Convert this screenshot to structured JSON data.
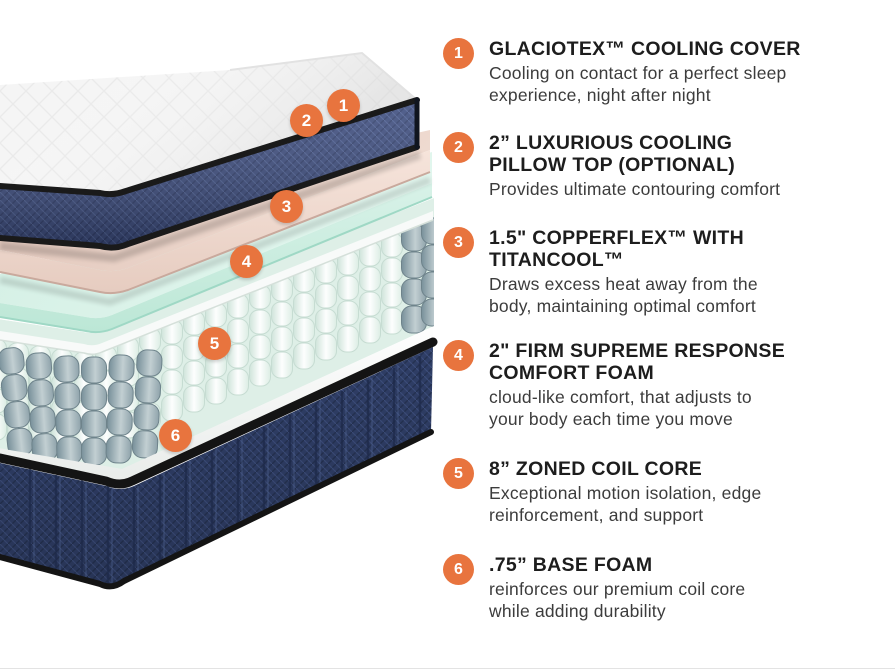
{
  "page": {
    "background": "#ffffff",
    "border_color": "#e3e3e3"
  },
  "colors": {
    "accent_orange": "#E8743E",
    "title_text": "#1D1D1D",
    "body_text": "#3C3C3C",
    "cover_white": "#F5F5F5",
    "band_navy": "#3B4B7D",
    "piping_black": "#1A1A1A",
    "pillow_top_pink": "#EDD5CA",
    "foam_mint": "#CBEDDF",
    "coil_white": "#F2FAF6",
    "coil_grey": "#8FA3AB",
    "base_navy": "#2F3E66"
  },
  "diagram": {
    "markers": [
      {
        "label": "1"
      },
      {
        "label": "2"
      },
      {
        "label": "3"
      },
      {
        "label": "4"
      },
      {
        "label": "5"
      },
      {
        "label": "6"
      }
    ]
  },
  "legend": {
    "items": [
      {
        "number": "1",
        "title": "GLACIOTEX™ COOLING COVER",
        "description": "Cooling on contact for a perfect sleep\nexperience, night after night"
      },
      {
        "number": "2",
        "title": "2” LUXURIOUS COOLING\nPILLOW TOP (OPTIONAL)",
        "description": "Provides ultimate contouring comfort"
      },
      {
        "number": "3",
        "title": "1.5\" COPPERFLEX™ WITH\nTITANCOOL™",
        "description": "Draws excess heat away from the\nbody, maintaining optimal comfort"
      },
      {
        "number": "4",
        "title": "2\" FIRM SUPREME RESPONSE\nCOMFORT FOAM",
        "description": "cloud-like comfort, that adjusts to\nyour body each time you move"
      },
      {
        "number": "5",
        "title": "8” ZONED COIL CORE",
        "description": "Exceptional motion isolation, edge\nreinforcement, and support"
      },
      {
        "number": "6",
        "title": ".75” BASE FOAM",
        "description": "reinforces our premium coil core\nwhile adding durability"
      }
    ]
  }
}
